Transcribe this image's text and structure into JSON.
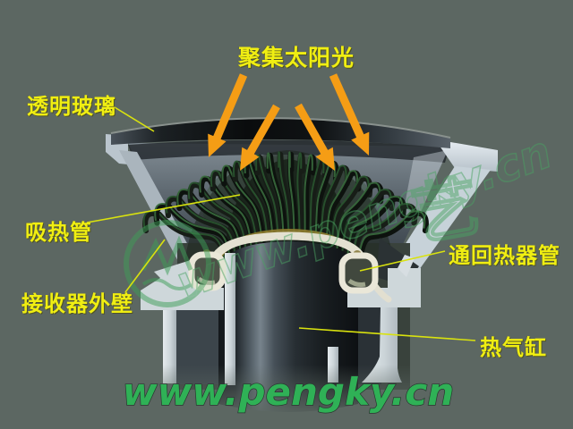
{
  "background_color": "#5c6762",
  "annotations": {
    "sunlight_label": "聚集太阳光",
    "glass_label": "透明玻璃",
    "absorber_tube_label": "吸热管",
    "receiver_wall_label": "接收器外壁",
    "regenerator_tube_label": "通回热器管",
    "hot_cylinder_label": "热气缸"
  },
  "watermarks": {
    "site_url": "www.pengky.cn",
    "diagonal_url": "www.pengky.cn",
    "logo_glyph": "艺"
  },
  "style": {
    "label_color": "#f0ee12",
    "leader_color": "#d9e20e",
    "arrow_color": "#f59d15",
    "watermark_color": "#2fb156"
  }
}
